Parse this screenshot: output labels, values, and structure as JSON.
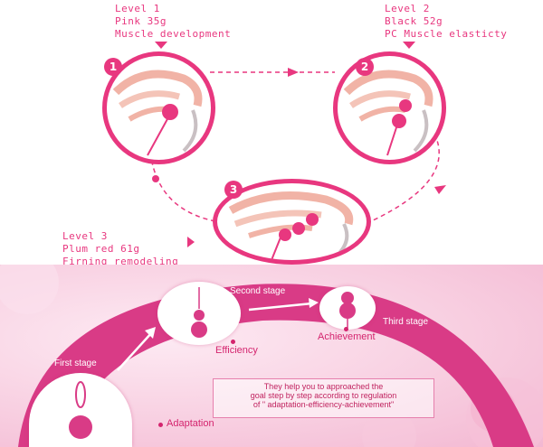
{
  "top": {
    "level1": {
      "number": "1",
      "lines": [
        "Level 1",
        "Pink 35g",
        "Muscle development"
      ]
    },
    "level2": {
      "number": "2",
      "lines": [
        "Level 2",
        "Black 52g",
        "PC Muscle elasticty"
      ]
    },
    "level3": {
      "number": "3",
      "lines": [
        "Level 3",
        "Plum red 61g",
        "Firning remodeling"
      ]
    }
  },
  "bottom": {
    "first_stage": "First stage",
    "second_stage": "Second stage",
    "third_stage": "Third stage",
    "adaptation": "Adaptation",
    "efficiency": "Efficiency",
    "achievement": "Achievement",
    "info_lines": [
      "They help you to approached the",
      "goal step by step  according to regulation",
      "of \" adaptation-efficiency-achievement\""
    ]
  },
  "colors": {
    "accent": "#e8377f",
    "band": "#d93b86",
    "background_top": "#ffffff"
  }
}
